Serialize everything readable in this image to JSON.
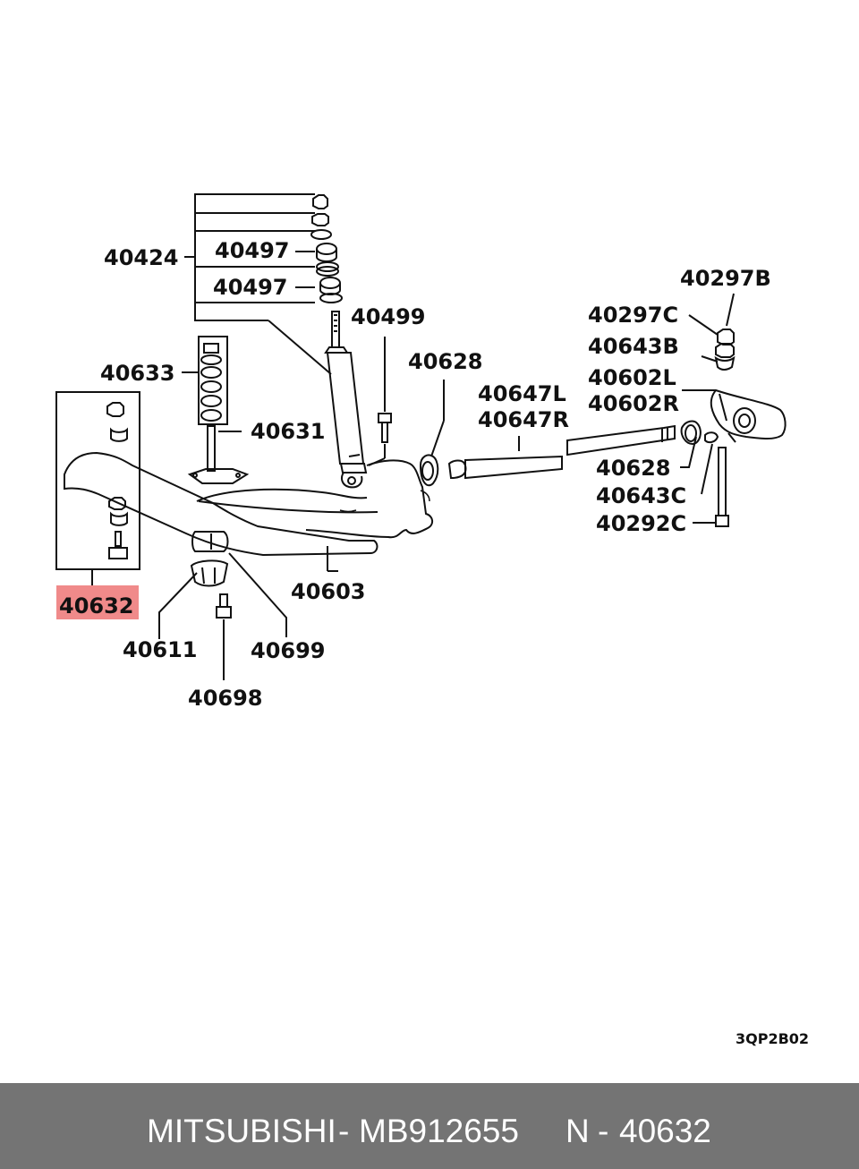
{
  "diagram": {
    "labels": {
      "l40424": "40424",
      "l40497a": "40497",
      "l40497b": "40497",
      "l40499": "40499",
      "l40633": "40633",
      "l40631": "40631",
      "l40628a": "40628",
      "l40647L": "40647L",
      "l40647R": "40647R",
      "l40297B": "40297B",
      "l40297C": "40297C",
      "l40643B": "40643B",
      "l40602L": "40602L",
      "l40602R": "40602R",
      "l40628b": "40628",
      "l40643C": "40643C",
      "l40292C": "40292C",
      "l40632": "40632",
      "l40603": "40603",
      "l40611": "40611",
      "l40699": "40699",
      "l40698": "40698"
    },
    "highlight_color": "#f08a8a",
    "code": "3QP2B02"
  },
  "footer": {
    "brand": "MITSUBISHI",
    "sep1": "-",
    "part_number": "MB912655",
    "n_label": "N",
    "sep2": "-",
    "ref": "40632"
  }
}
